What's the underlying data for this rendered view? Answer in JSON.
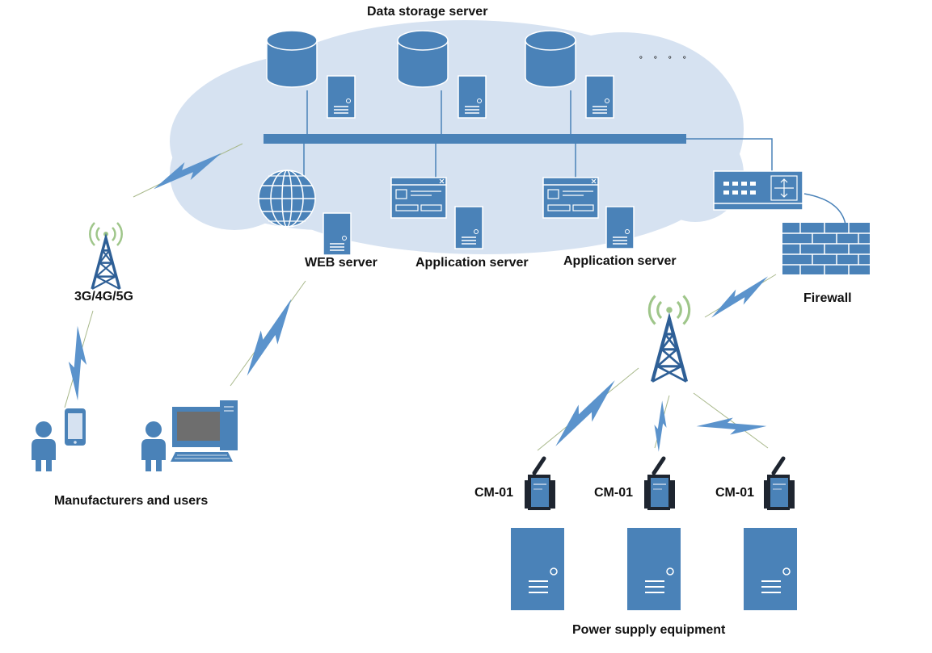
{
  "labels": {
    "data_storage": "Data storage server",
    "web_server": "WEB server",
    "app_server_1": "Application server",
    "app_server_2": "Application server",
    "network_3g": "3G/4G/5G",
    "firewall": "Firewall",
    "users": "Manufacturers and users",
    "cm_1": "CM-01",
    "cm_2": "CM-01",
    "cm_3": "CM-01",
    "power_supply": "Power supply equipment",
    "ellipsis": "˚ ˚ ˚ ˚"
  },
  "colors": {
    "device_blue": "#4a82b8",
    "device_stroke": "#ffffff",
    "cloud": "#d6e2f1",
    "bolt": "#5b93cc",
    "link": "#a8b88a",
    "signal": "#9fc68a",
    "firewall_brick": "#4a82b8",
    "tower": "#2e5f96",
    "module_dark": "#1e2530"
  },
  "icons": {
    "database": "database-icon",
    "server": "server-tower-icon",
    "globe": "globe-icon",
    "app_window": "application-window-icon",
    "switch": "network-switch-icon",
    "firewall": "firewall-icon",
    "tower": "cell-tower-icon",
    "person": "person-icon",
    "phone": "smartphone-icon",
    "computer": "desktop-computer-icon",
    "modem": "cm01-modem-icon",
    "cabinet": "power-cabinet-icon",
    "bolt": "wireless-bolt-icon"
  }
}
